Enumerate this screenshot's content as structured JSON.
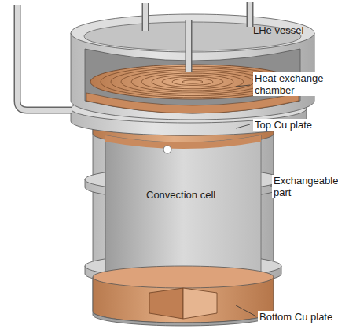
{
  "diagram": {
    "labels": [
      "LHe vessel",
      "Heat exchange chamber",
      "Top Cu plate",
      "Convection cell",
      "Exchangeable part",
      "Bottom Cu plate"
    ]
  }
}
